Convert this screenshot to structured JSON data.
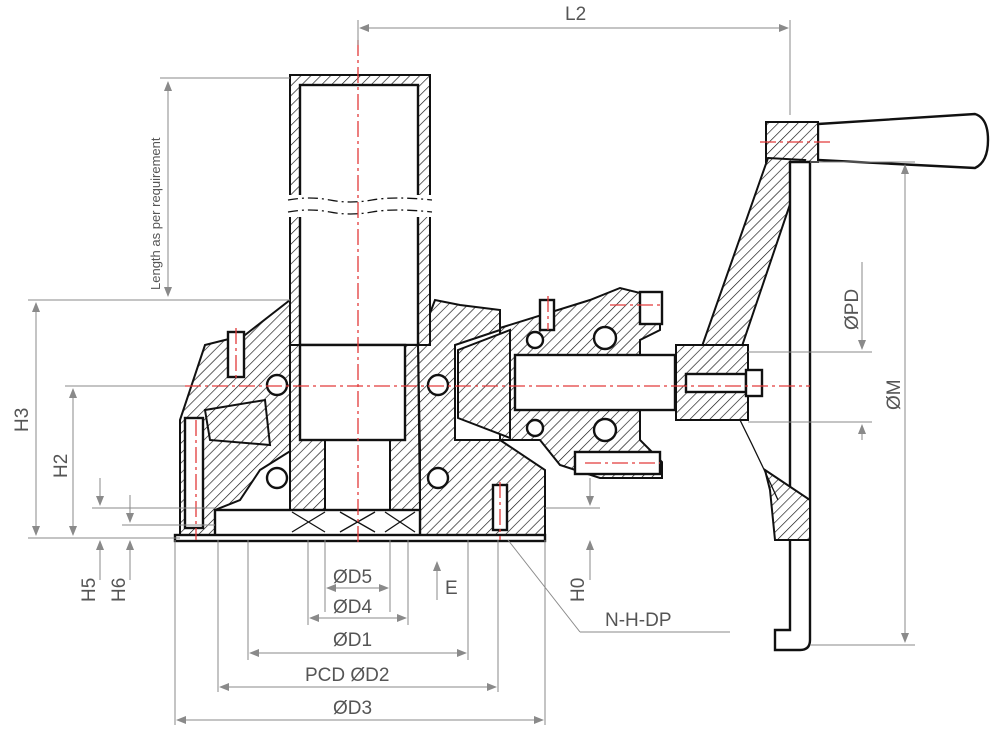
{
  "labels": {
    "l2": "L2",
    "length_note": "Length as per requirement",
    "h3": "H3",
    "h2": "H2",
    "h5": "H5",
    "h6": "H6",
    "h0": "H0",
    "e": "E",
    "d5": "ØD5",
    "d4": "ØD4",
    "d1": "ØD1",
    "pcd": "PCD ØD2",
    "d3": "ØD3",
    "pd": "ØPD",
    "m": "ØM",
    "ndp": "N-H-DP"
  },
  "colors": {
    "outline": "#111111",
    "dimension": "#8a8a8a",
    "centerline": "#e23a3a",
    "text": "#555555"
  }
}
